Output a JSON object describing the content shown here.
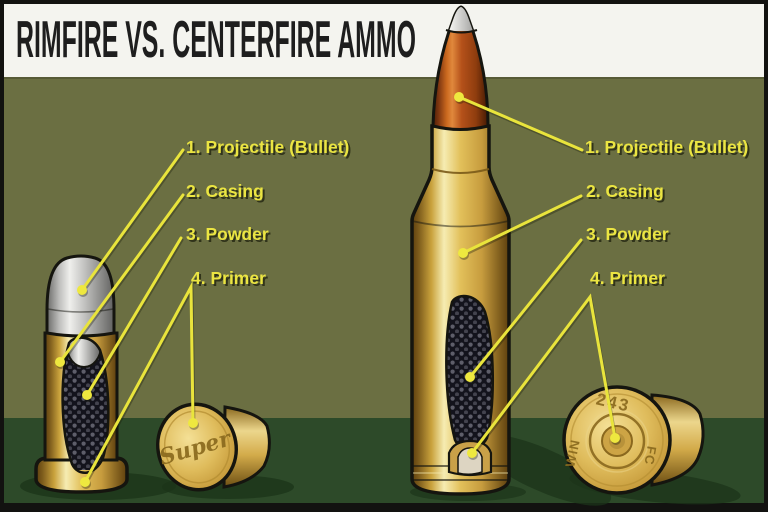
{
  "title": "RIMFIRE VS. CENTERFIRE AMMO",
  "labels": {
    "left": [
      "1. Projectile (Bullet)",
      "2. Casing",
      "3. Powder",
      "4. Primer"
    ],
    "right": [
      "1. Projectile (Bullet)",
      "2. Casing",
      "3. Powder",
      "4. Primer"
    ]
  },
  "headstamps": {
    "rimfire": "Super",
    "centerfire_top": "243",
    "centerfire_left": "WIN",
    "centerfire_right": "FC"
  },
  "colors": {
    "accent_yellow": "#e9e43c",
    "wall_olive": "#6b6f42",
    "ground_green": "#2d4a29",
    "banner_white": "#f4f4ef",
    "brass": "#d4ab42",
    "copper": "#b5511a",
    "bullet_gray": "#c2c2c0",
    "outline_black": "#15150f"
  }
}
